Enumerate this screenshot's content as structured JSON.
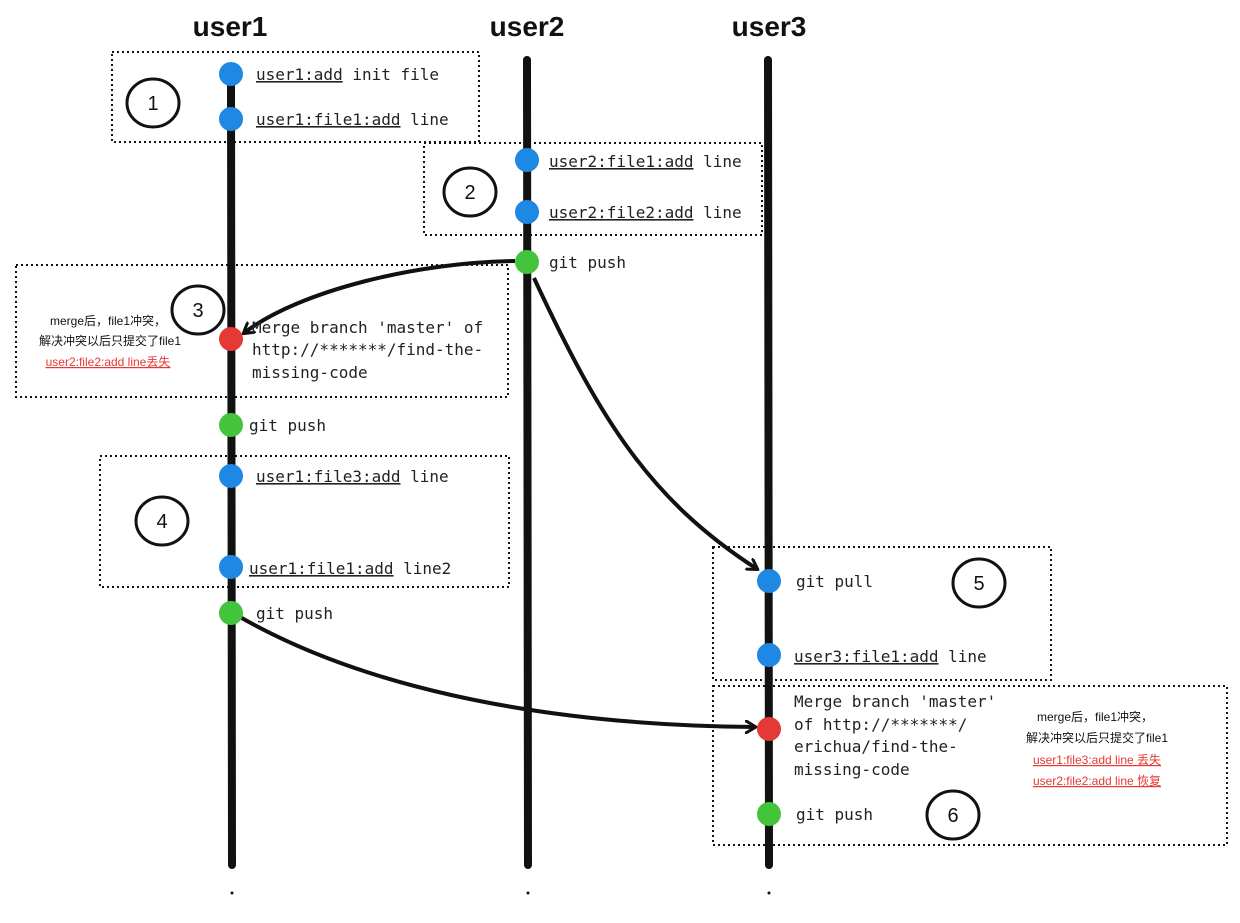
{
  "users": [
    "user1",
    "user2",
    "user3"
  ],
  "colors": {
    "commit": "#1e88e5",
    "push": "#43c43a",
    "merge": "#e53935",
    "line": "#111111",
    "note_red": "#e53935"
  },
  "steps": [
    "1",
    "2",
    "3",
    "4",
    "5",
    "6"
  ],
  "commits": {
    "u1_init": {
      "prefix": "user1:add",
      "rest": " init file"
    },
    "u1_file1": {
      "prefix": "user1:file1:add",
      "rest": " line"
    },
    "u2_file1": {
      "prefix": "user2:file1:add",
      "rest": " line"
    },
    "u2_file2": {
      "prefix": "user2:file2:add",
      "rest": " line"
    },
    "u2_push": "git push",
    "u1_merge": [
      "Merge branch 'master' of",
      "http://*******/find-the-",
      "missing-code"
    ],
    "u1_push1": "git push",
    "u1_file3": {
      "prefix": "user1:file3:add",
      "rest": " line"
    },
    "u1_file1b": {
      "prefix": "user1:file1:add",
      "rest": " line2"
    },
    "u1_push2": "git push",
    "u3_pull": "git pull",
    "u3_file1": {
      "prefix": "user3:file1:add",
      "rest": " line"
    },
    "u3_merge": [
      "Merge branch 'master'",
      "of http://*******/",
      "erichua/find-the-",
      "missing-code"
    ],
    "u3_push": "git push"
  },
  "notes": {
    "n3": {
      "l1": "merge后，file1冲突，",
      "l2": "解决冲突以后只提交了file1",
      "l3_red": "user2:file2:add line丢失"
    },
    "n6": {
      "l1": "merge后，file1冲突，",
      "l2": "解决冲突以后只提交了file1",
      "l3_red": "user1:file3:add line 丢失",
      "l4_red": "user2:file2:add line 恢复"
    }
  }
}
